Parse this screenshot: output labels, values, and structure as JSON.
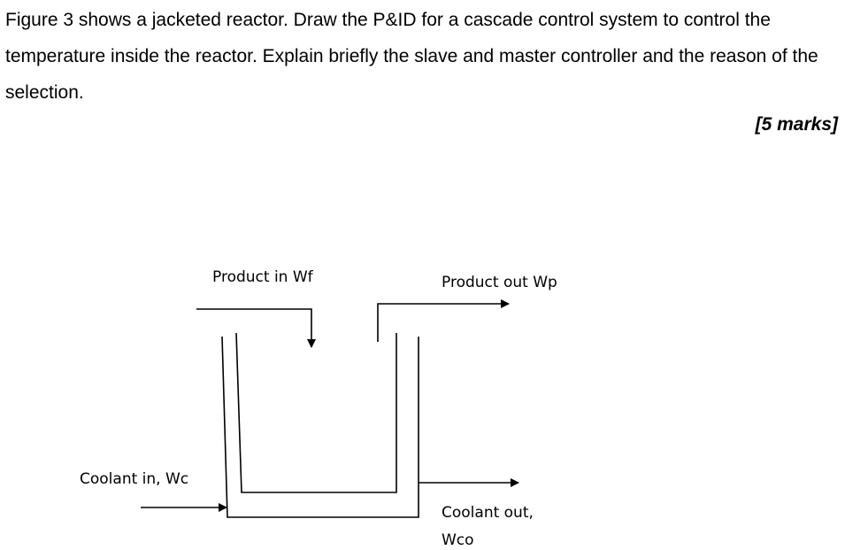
{
  "question": {
    "text": "Figure 3 shows a jacketed reactor. Draw the P&ID for a cascade control system to control the temperature inside the reactor. Explain briefly the slave and master controller and the reason of the selection.",
    "marks": "[5 marks]"
  },
  "figure": {
    "labels": {
      "product_in": "Product in Wf",
      "product_out": "Product out Wp",
      "coolant_in": "Coolant in, Wc",
      "coolant_out_line1": "Coolant out,",
      "coolant_out_line2": "Wco"
    }
  }
}
